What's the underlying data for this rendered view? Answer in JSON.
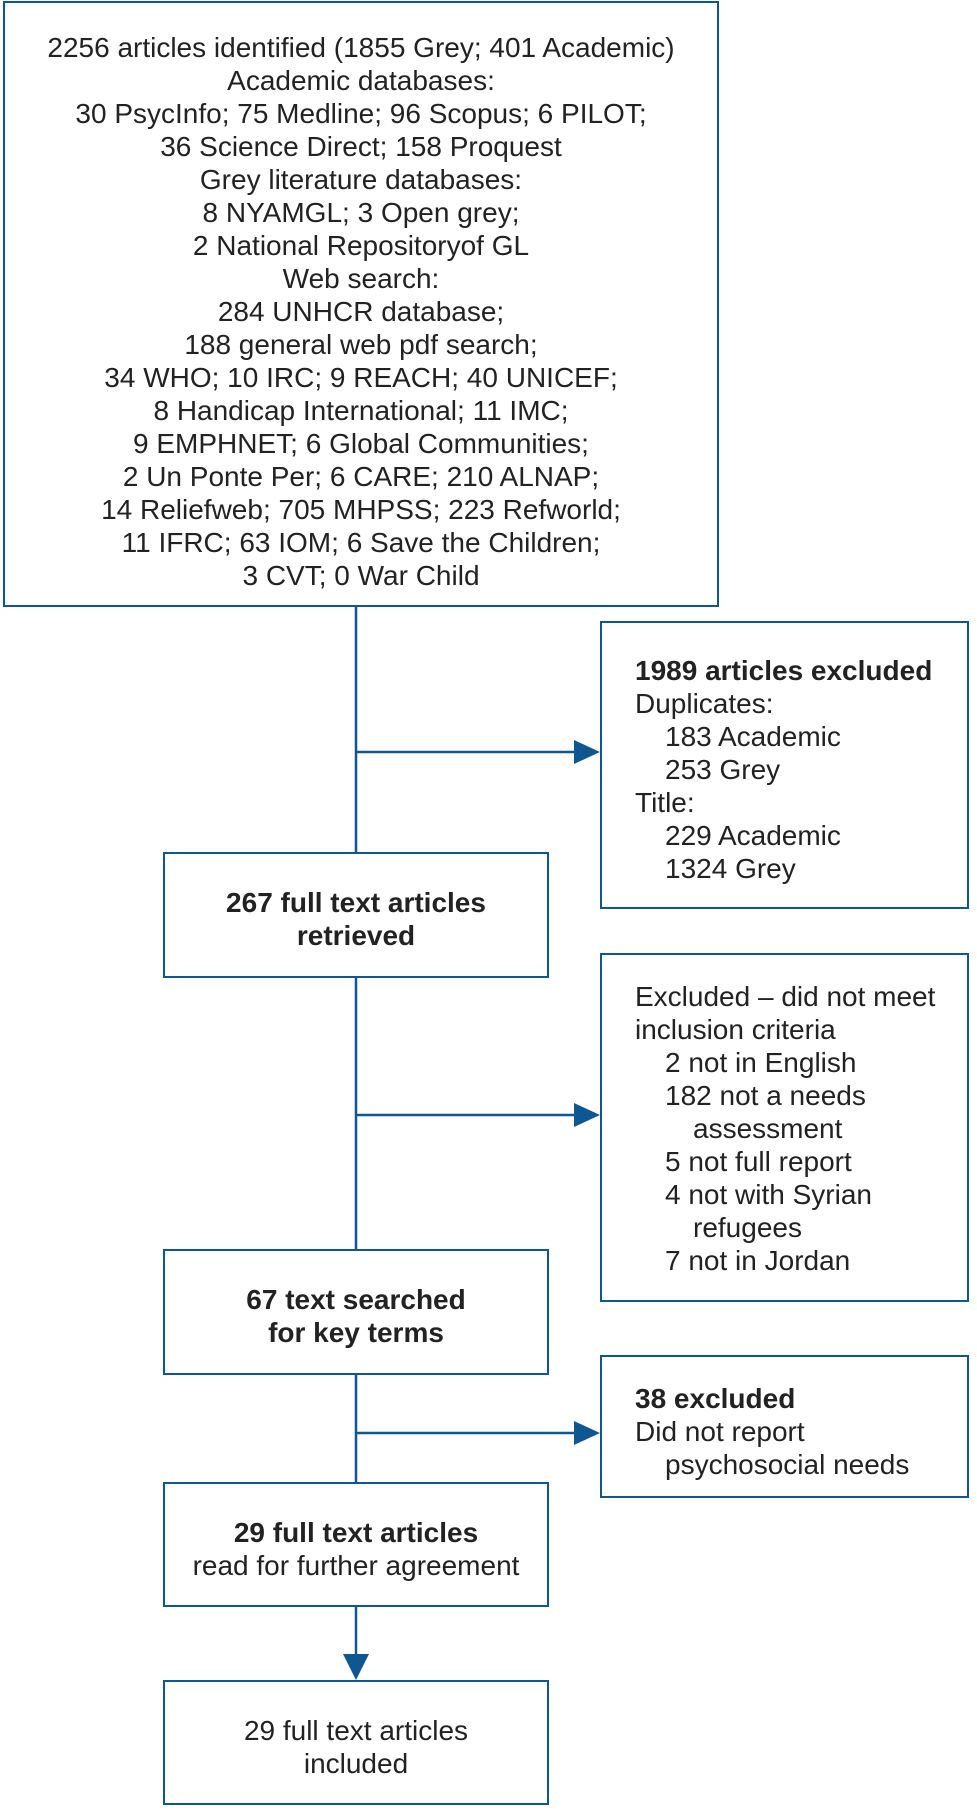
{
  "boxes": {
    "identified": {
      "lines": [
        "2256 articles identified (1855 Grey; 401 Academic)",
        "Academic databases:",
        "30 PsycInfo; 75 Medline; 96 Scopus; 6 PILOT;",
        "36 Science Direct; 158 Proquest",
        "Grey literature databases:",
        "8 NYAMGL; 3 Open grey;",
        "2 National Repositoryof GL",
        "Web search:",
        "284 UNHCR database;",
        "188 general web pdf search;",
        "34 WHO; 10 IRC; 9 REACH; 40 UNICEF;",
        "8 Handicap International; 11 IMC;",
        "9 EMPHNET; 6 Global Communities;",
        "2 Un Ponte Per; 6 CARE; 210 ALNAP;",
        "14 Reliefweb; 705 MHPSS; 223 Refworld;",
        "11 IFRC; 63 IOM; 6 Save the Children;",
        "3 CVT; 0 War Child"
      ]
    },
    "excluded_1": {
      "title": "1989 articles excluded",
      "duplicates_label": "Duplicates:",
      "duplicates_academic": "183 Academic",
      "duplicates_grey": "253 Grey",
      "title_label": "Title:",
      "title_academic": "229 Academic",
      "title_grey": "1324 Grey"
    },
    "retrieved": {
      "line1": "267 full text articles",
      "line2": "retrieved"
    },
    "excluded_2": {
      "line1": "Excluded – did not meet",
      "line2": "inclusion criteria",
      "reason_1": "2 not in English",
      "reason_2a": "182 not a needs",
      "reason_2b": "assessment",
      "reason_3": "5 not full report",
      "reason_4a": "4 not with Syrian",
      "reason_4b": "refugees",
      "reason_5": "7 not in Jordan"
    },
    "searched": {
      "line1": "67 text searched",
      "line2": "for key terms"
    },
    "excluded_3": {
      "title": "38 excluded",
      "line1": "Did not report",
      "line2": "psychosocial needs"
    },
    "read": {
      "line1": "29 full text articles",
      "line2": "read for further agreement"
    },
    "included": {
      "line1": "29 full text articles",
      "line2": "included"
    }
  },
  "colors": {
    "border": "#0f5793",
    "text": "#222222",
    "background": "#ffffff"
  }
}
